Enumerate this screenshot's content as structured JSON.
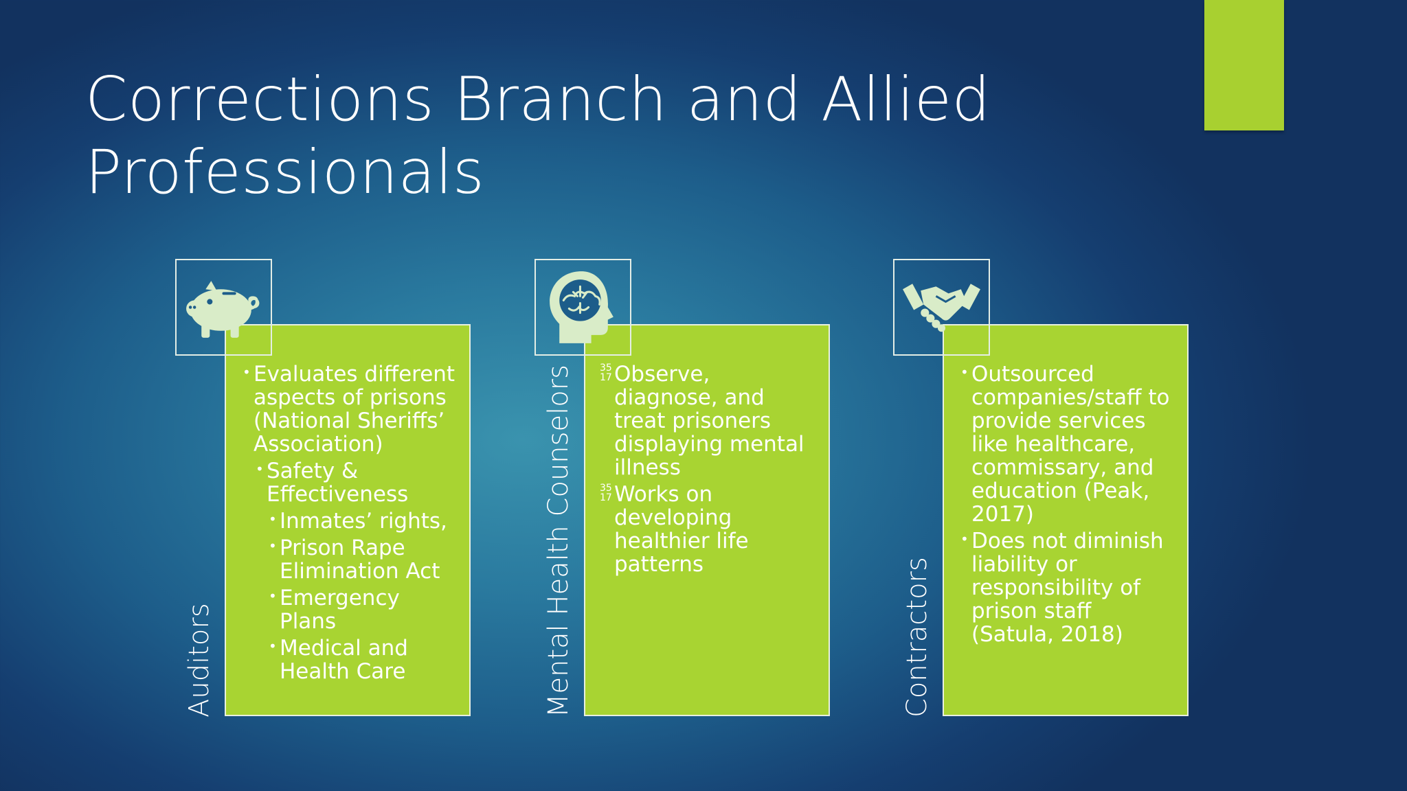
{
  "slide": {
    "title": "Corrections Branch and Allied Professionals",
    "colors": {
      "accent": "#a8d432",
      "background": "#1d5d8a",
      "icon": "#d9ecc8"
    }
  },
  "cards": [
    {
      "label": "Auditors",
      "icon": "piggy-bank-icon",
      "bullets": [
        {
          "level": 0,
          "text": "Evaluates different aspects of prisons (National Sheriffs’ Association)"
        },
        {
          "level": 1,
          "text": "Safety & Effectiveness"
        },
        {
          "level": 2,
          "text": "Inmates’ rights,"
        },
        {
          "level": 2,
          "text": "Prison Rape Elimination Act"
        },
        {
          "level": 2,
          "text": "Emergency Plans"
        },
        {
          "level": 2,
          "text": "Medical and Health Care"
        }
      ]
    },
    {
      "label": "Mental Health Counselors",
      "icon": "brain-head-icon",
      "bullet_marker": [
        "35",
        "17"
      ],
      "bullets": [
        {
          "level": 0,
          "text": "Observe, diagnose, and treat prisoners displaying mental illness"
        },
        {
          "level": 0,
          "text": "Works on developing healthier life patterns"
        }
      ]
    },
    {
      "label": "Contractors",
      "icon": "handshake-icon",
      "bullets": [
        {
          "level": 0,
          "text": "Outsourced companies/staff to provide services like healthcare, commissary, and education (Peak, 2017)"
        },
        {
          "level": 0,
          "text": "Does not diminish liability or responsibility of prison staff (Satula, 2018)"
        }
      ]
    }
  ]
}
